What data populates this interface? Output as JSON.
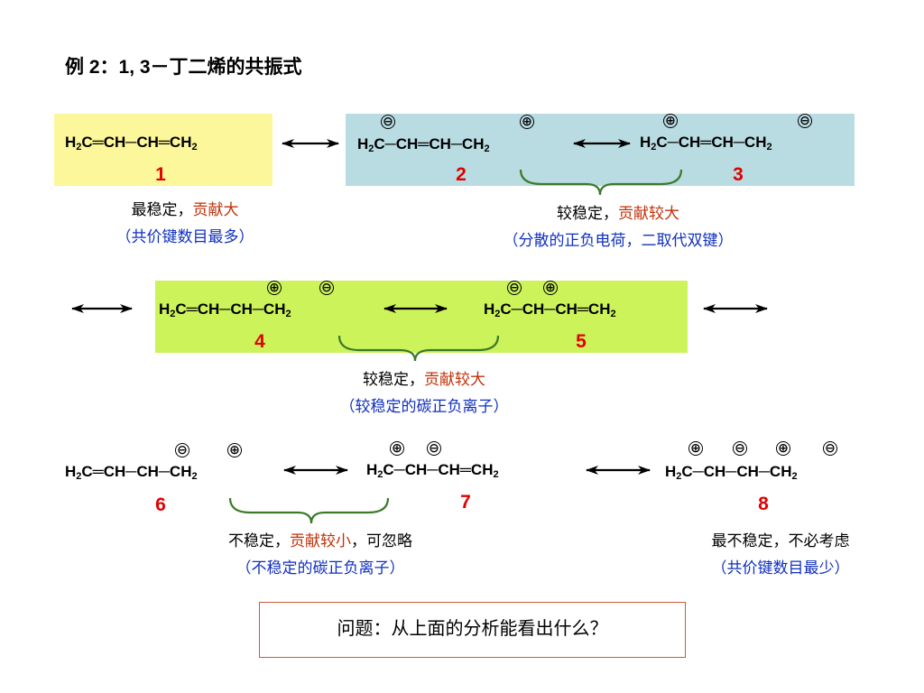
{
  "title": "例 2：1, 3－丁二烯的共振式",
  "colors": {
    "yellow_panel": "#fcf79a",
    "blue_panel": "#b8dce2",
    "green_panel": "#ccf35a",
    "red_text": "#c0320a",
    "blue_text": "#1030c0",
    "number_red": "#e00000",
    "brace_green": "#3c7a2a"
  },
  "structures": [
    {
      "id": "s1",
      "parts": [
        "H",
        "2",
        "C═CH─CH═CH",
        "2"
      ],
      "number": "1",
      "charges": []
    },
    {
      "id": "s2",
      "parts": [
        "H",
        "2",
        "C─CH═CH─CH",
        "2"
      ],
      "number": "2",
      "charges": [
        "⊖",
        "⊕"
      ]
    },
    {
      "id": "s3",
      "parts": [
        "H",
        "2",
        "C─CH═CH─CH",
        "2"
      ],
      "number": "3",
      "charges": [
        "⊕",
        "⊖"
      ]
    },
    {
      "id": "s4",
      "parts": [
        "H",
        "2",
        "C═CH─CH─CH",
        "2"
      ],
      "number": "4",
      "charges": [
        "⊕",
        "⊖"
      ]
    },
    {
      "id": "s5",
      "parts": [
        "H",
        "2",
        "C─CH─CH═CH",
        "2"
      ],
      "number": "5",
      "charges": [
        "⊖",
        "⊕"
      ]
    },
    {
      "id": "s6",
      "parts": [
        "H",
        "2",
        "C═CH─CH─CH",
        "2"
      ],
      "number": "6",
      "charges": [
        "⊖",
        "⊕"
      ]
    },
    {
      "id": "s7",
      "parts": [
        "H",
        "2",
        "C─CH─CH═CH",
        "2"
      ],
      "number": "7",
      "charges": [
        "⊕",
        "⊖"
      ]
    },
    {
      "id": "s8",
      "parts": [
        "H",
        "2",
        "C─CH─CH─CH",
        "2"
      ],
      "number": "8",
      "charges": [
        "⊕",
        "⊖",
        "⊕",
        "⊖"
      ]
    }
  ],
  "notes": {
    "n1": {
      "black": "最稳定，",
      "red": "贡献大",
      "tail": "",
      "blue": "（共价键数目最多）"
    },
    "n23": {
      "black": "较稳定，",
      "red": "贡献较大",
      "tail": "",
      "blue": "（分散的正负电荷，二取代双键）"
    },
    "n45": {
      "black": "较稳定，",
      "red": "贡献较大",
      "tail": "",
      "blue": "（较稳定的碳正负离子）"
    },
    "n67": {
      "black": "不稳定，",
      "red": "贡献较小",
      "tail": "，可忽略",
      "blue": "（不稳定的碳正负离子）"
    },
    "n8": {
      "black": "最不稳定，不必考虑",
      "blue": "（共价键数目最少）"
    }
  },
  "question": "问题：从上面的分析能看出什么？"
}
